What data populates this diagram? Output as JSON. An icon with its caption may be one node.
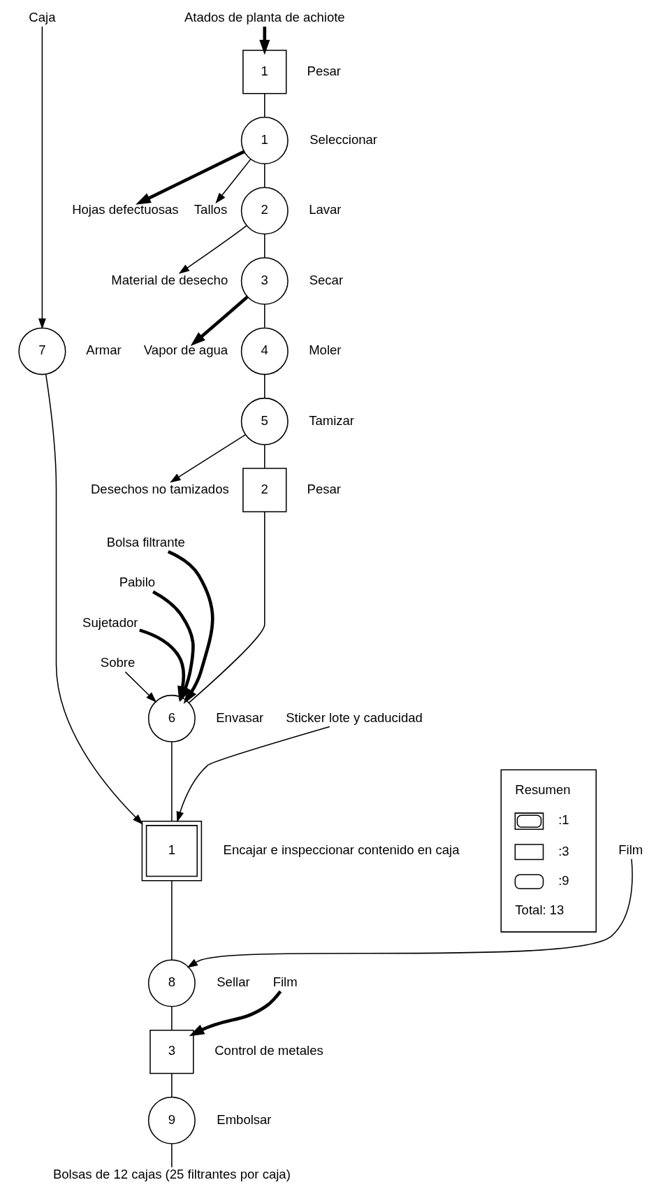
{
  "diagram": {
    "nodes": [
      {
        "text": [
          "Caja"
        ]
      },
      {
        "text": [
          "Atados de planta de achiote"
        ]
      },
      {
        "text": [
          "1"
        ],
        "beside": [
          "Pesar"
        ]
      },
      {
        "text": [
          "1"
        ],
        "beside": [
          "Seleccionar"
        ]
      },
      {
        "text": [
          "Hojas defectuosas"
        ]
      },
      {
        "text": [
          "Tallos"
        ]
      },
      {
        "text": [
          "2"
        ],
        "beside": [
          "Lavar"
        ]
      },
      {
        "text": [
          "Material de desecho"
        ]
      },
      {
        "text": [
          "3"
        ],
        "beside": [
          "Secar"
        ]
      },
      {
        "text": [
          "Vapor de agua"
        ]
      },
      {
        "text": [
          "4"
        ],
        "beside": [
          "Moler"
        ]
      },
      {
        "text": [
          "5"
        ],
        "beside": [
          "Tamizar"
        ]
      },
      {
        "text": [
          "Desechos no tamizados"
        ]
      },
      {
        "text": [
          "2"
        ],
        "beside": [
          "Pesar"
        ]
      },
      {
        "text": [
          "Bolsa filtrante"
        ]
      },
      {
        "text": [
          "Pabilo"
        ]
      },
      {
        "text": [
          "Sujetador"
        ]
      },
      {
        "text": [
          "Sobre"
        ]
      },
      {
        "text": [
          "6"
        ],
        "beside": [
          "Envasar"
        ]
      },
      {
        "text": [
          "7"
        ],
        "beside": [
          "Armar"
        ]
      },
      {
        "text": [
          "Sticker lote y caducidad"
        ]
      },
      {
        "text": [
          "1"
        ],
        "beside": [
          "Encajar e inspeccionar contenido en caja"
        ]
      },
      {
        "text": [
          "Film"
        ]
      },
      {
        "text": [
          "8"
        ],
        "beside": [
          "Sellar"
        ]
      },
      {
        "text": [
          "Film"
        ]
      },
      {
        "text": [
          "3"
        ],
        "beside": [
          "Control de metales"
        ]
      },
      {
        "text": [
          "9"
        ],
        "beside": [
          "Embolsar"
        ]
      },
      {
        "text": [
          "Bolsas de 12 cajas (25 filtrantes por caja)"
        ]
      }
    ],
    "edges": [
      {
        "from": 0,
        "to": 19,
        "arrow": "to"
      },
      {
        "from": 1,
        "to": 2,
        "arrow": "to",
        "style": "thick"
      },
      {
        "from": 2,
        "to": 3,
        "arrow": "none"
      },
      {
        "from": 3,
        "to": 4,
        "arrow": "to",
        "style": "thick"
      },
      {
        "from": 3,
        "to": 5,
        "arrow": "to"
      },
      {
        "from": 3,
        "to": 6,
        "arrow": "none"
      },
      {
        "from": 6,
        "to": 7,
        "arrow": "to"
      },
      {
        "from": 6,
        "to": 8,
        "arrow": "none"
      },
      {
        "from": 8,
        "to": 9,
        "arrow": "to",
        "style": "thick"
      },
      {
        "from": 8,
        "to": 10,
        "arrow": "none"
      },
      {
        "from": 10,
        "to": 11,
        "arrow": "none"
      },
      {
        "from": 11,
        "to": 12,
        "arrow": "to"
      },
      {
        "from": 11,
        "to": 13,
        "arrow": "none"
      },
      {
        "from": 14,
        "to": 18,
        "arrow": "to",
        "style": "thick"
      },
      {
        "from": 15,
        "to": 18,
        "arrow": "to",
        "style": "thick"
      },
      {
        "from": 16,
        "to": 18,
        "arrow": "to",
        "style": "thick"
      },
      {
        "from": 17,
        "to": 18,
        "arrow": "to"
      },
      {
        "from": 13,
        "to": 18,
        "arrow": "none"
      },
      {
        "from": 19,
        "to": 21,
        "arrow": "to"
      },
      {
        "from": 20,
        "to": 21,
        "arrow": "to"
      },
      {
        "from": 18,
        "to": 21,
        "arrow": "none"
      },
      {
        "from": 21,
        "to": 23,
        "arrow": "none"
      },
      {
        "from": 22,
        "to": 23,
        "arrow": "to"
      },
      {
        "from": 23,
        "to": 25,
        "arrow": "none"
      },
      {
        "from": 24,
        "to": 25,
        "arrow": "to",
        "style": "thick"
      },
      {
        "from": 25,
        "to": 26,
        "arrow": "none"
      },
      {
        "from": 26,
        "to": 27,
        "arrow": "none"
      }
    ],
    "labels": [
      "Resumen",
      "Total: 13"
    ],
    "legend": [
      {
        "text": ":1"
      },
      {
        "text": ":3"
      },
      {
        "text": ":9"
      }
    ]
  }
}
